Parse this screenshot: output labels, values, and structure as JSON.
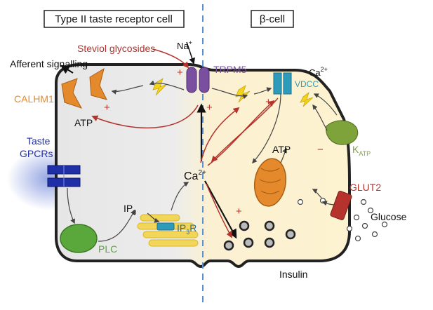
{
  "panels": {
    "left_title": "Type II taste receptor cell",
    "right_title": "β-cell"
  },
  "labels": {
    "steviol": "Steviol glycosides",
    "na": "Na",
    "na_sup": "+",
    "trpm5": "TRPM5",
    "afferent": "Afferent signalling",
    "calhm1": "CALHM1",
    "atp_left": "ATP",
    "taste": "Taste",
    "gpcrs": "GPCRs",
    "ca_center": "Ca",
    "ca_center_sup": "2+",
    "ip3": "IP",
    "ip3_sub": "3",
    "ip3r": "IP",
    "ip3r_sub": "3",
    "ip3r_r": "R",
    "plc": "PLC",
    "ca_top": "Ca",
    "ca_top_sup": "2+",
    "vdcc": "VDCC",
    "atp_right": "ATP",
    "katp": "K",
    "katp_sub": "ATP",
    "glut2": "GLUT2",
    "glucose": "Glucose",
    "insulin": "Insulin",
    "plus": "+",
    "minus": "−"
  },
  "colors": {
    "red": "#b5332c",
    "purple": "#7a4fa0",
    "orange": "#e58a2c",
    "blue": "#1f2fa8",
    "green": "#5aa83c",
    "olive": "#7ea33a",
    "teal": "#2e9bbb",
    "cell_left": "#e8e8e8",
    "cell_right": "#fdf3d0",
    "dash": "#5b8fcf"
  }
}
